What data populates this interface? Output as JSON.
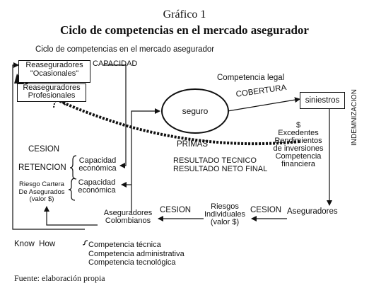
{
  "header": {
    "figure_label": "Gráfico 1",
    "title": "Ciclo de competencias en el mercado asegurador"
  },
  "diagram": {
    "subtitle": "Ciclo de competencias en el mercado asegurador",
    "nodes": {
      "reaseg_ocasionales": [
        "Reaseguradores",
        "\"Ocasionales\""
      ],
      "reaseg_profesionales": [
        "Reaseguradores",
        "Profesionales"
      ],
      "seguro": "seguro",
      "siniestros": "siniestros"
    },
    "labels": {
      "capacidad": "CAPACIDAD",
      "competencia_legal": "Competencia legal",
      "cobertura": "COBERTURA",
      "indemnizacion": "INDEMNIZACION",
      "dollar": "$",
      "excedentes": [
        "Excedentes",
        "Rendimientos",
        "de inversiones",
        "Competencia",
        "financiera"
      ],
      "primas": "PRIMAS",
      "resultado_tecnico": "RESULTADO TECNICO",
      "resultado_neto": "RESULTADO NETO FINAL",
      "cesion_left": "CESION",
      "retencion": "RETENCION",
      "capacidad_economica_1": [
        "Capacidad",
        "económica"
      ],
      "riesgo_cartera": [
        "Riesgo Cartera",
        "De Asegurados",
        "(valor $)"
      ],
      "capacidad_economica_2": [
        "Capacidad",
        "económica"
      ],
      "riesgos_individuales": [
        "Riesgos",
        "Individuales",
        "(valor $)"
      ],
      "cesion_mid": "CESION",
      "cesion_right": "CESION",
      "aseguradores": "Aseguradores",
      "aseguradores_colombianos": [
        "Aseguradores",
        "Colombianos"
      ],
      "know_how": "Know  How",
      "competencias": [
        "Competencia técnica",
        "Competencia administrativa",
        "Competencia tecnológica"
      ]
    }
  },
  "footer": {
    "source": "Fuente: elaboración propia"
  }
}
